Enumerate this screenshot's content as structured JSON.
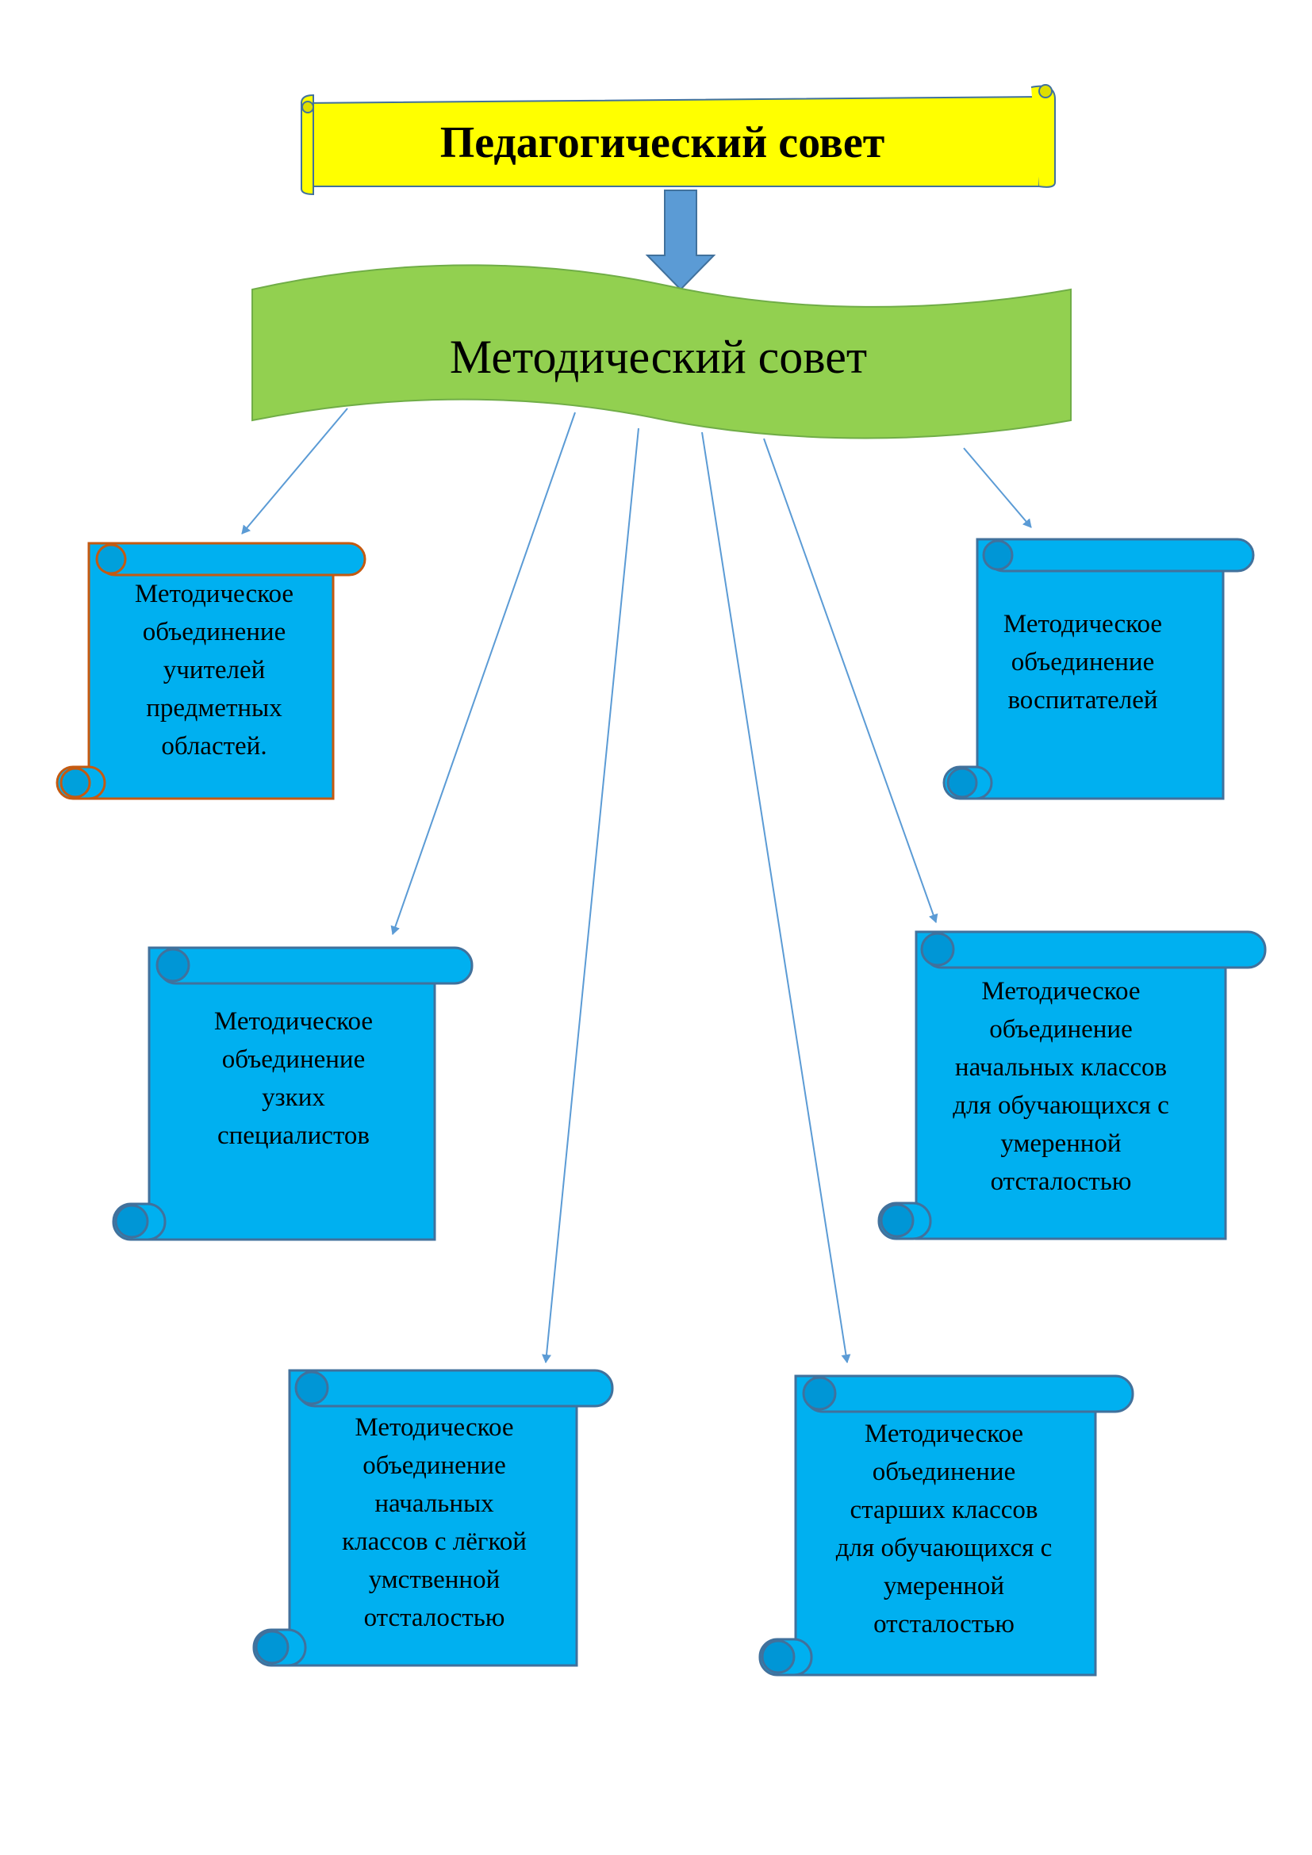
{
  "ped_council": "Педагогический совет",
  "method_council": "Методический совет",
  "nodes": [
    {
      "text": "Методическое\nобъединение\nучителей\nпредметных\nобластей."
    },
    {
      "text": "Методическое\nобъединение\nвоспитателей"
    },
    {
      "text": "Методическое\nобъединение\nузких\nспециалистов"
    },
    {
      "text": "Методическое\nобъединение\nначальных классов\nдля обучающихся с\nумеренной\nотсталостью"
    },
    {
      "text": "Методическое\nобъединение\nначальных\nклассов с лёгкой\nумственной\nотсталостью"
    },
    {
      "text": "Методическое\nобъединение\nстарших классов\nдля обучающихся с\nумеренной\nотсталостью"
    }
  ],
  "colors": {
    "scroll_yellow": "#ffff00",
    "ribbon_green": "#92d050",
    "scroll_blue": "#00b0f0",
    "arrow_blue": "#5b9bd5",
    "outline_blue": "#41719c",
    "outline_orange": "#c55a11"
  }
}
